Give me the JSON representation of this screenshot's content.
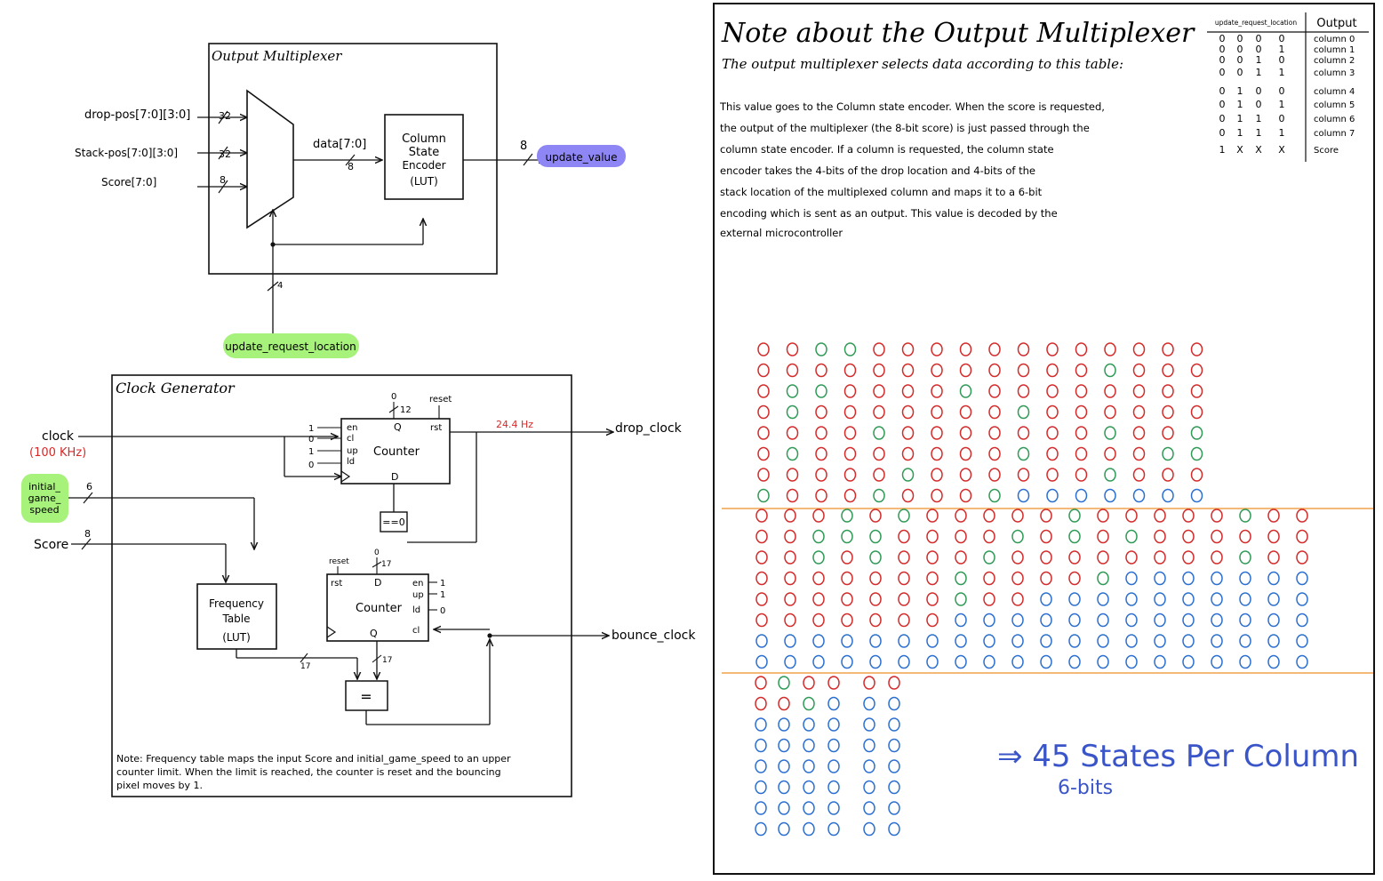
{
  "mux": {
    "title": "Output Multiplexer",
    "inputs": [
      {
        "label": "drop-pos[7:0][3:0]",
        "width": "32"
      },
      {
        "label": "Stack-pos[7:0][3:0]",
        "width": "32"
      },
      {
        "label": "Score[7:0]",
        "width": "8"
      }
    ],
    "data_label": "data[7:0]",
    "data_width": "8",
    "encoder_lines": [
      "Column",
      "State",
      "Encoder",
      "(LUT)"
    ],
    "out_width": "8",
    "out_label": "update_value",
    "sel_width": "4",
    "sel_label": "update_request_location",
    "out_color": "#8f86f5",
    "sel_color": "#a6f27a"
  },
  "clock": {
    "title": "Clock Generator",
    "clock_label": "clock",
    "clock_freq": "(100 KHz)",
    "igs_lines": [
      "initial_",
      "game_",
      "speed"
    ],
    "igs_width": "6",
    "score_label": "Score",
    "score_width": "8",
    "counter1": {
      "label": "Counter",
      "pins": [
        "en",
        "cl",
        "up",
        "ld"
      ],
      "pin_values": [
        "1",
        "0",
        "1",
        "0"
      ],
      "q": "Q",
      "rst": "rst",
      "d": "D",
      "top_value": "0",
      "top_width": "12",
      "reset": "reset"
    },
    "freq_out": "24.4 Hz",
    "drop_clock": "drop_clock",
    "eq0": "==0",
    "freq_table_lines": [
      "Frequency",
      "Table",
      "(LUT)"
    ],
    "ft_width": "17",
    "counter2": {
      "label": "Counter",
      "reset": "reset",
      "rst": "rst",
      "d": "D",
      "d_value": "0",
      "d_width": "17",
      "q": "Q",
      "q_width": "17",
      "pins": [
        "en",
        "up",
        "ld",
        "cl"
      ],
      "pin_values": [
        "1",
        "1",
        "0"
      ]
    },
    "eq": "=",
    "bounce_clock": "bounce_clock",
    "note_lines": [
      "Note: Frequency table maps the input Score and initial_game_speed to an upper",
      "counter limit. When the limit is reached, the counter is reset and the bouncing",
      "pixel moves by 1."
    ],
    "freq_color": "#d42a2a",
    "igs_color": "#a6f27a"
  },
  "note_panel": {
    "title": "Note about the Output Multiplexer",
    "subtitle": "The output multiplexer selects data according to this table:",
    "body_lines": [
      "This value goes to the Column state encoder. When the score is requested,",
      "the output of the multiplexer (the 8-bit score) is just passed through the",
      "column state encoder. If a column is requested, the column state",
      "encoder takes the 4-bits of the drop location and 4-bits of the",
      "stack location of the multiplexed column and maps it to a 6-bit",
      "encoding which is sent as an output. This value is decoded by the",
      "external microcontroller"
    ],
    "table": {
      "headers": [
        "update_request_location",
        "Output"
      ],
      "rows": [
        {
          "bits": [
            "0",
            "0",
            "0",
            "0"
          ],
          "output": "column 0"
        },
        {
          "bits": [
            "0",
            "0",
            "0",
            "1"
          ],
          "output": "column 1"
        },
        {
          "bits": [
            "0",
            "0",
            "1",
            "0"
          ],
          "output": "column 2"
        },
        {
          "bits": [
            "0",
            "0",
            "1",
            "1"
          ],
          "output": "column 3"
        },
        {
          "bits": [
            "0",
            "1",
            "0",
            "0"
          ],
          "output": "column 4"
        },
        {
          "bits": [
            "0",
            "1",
            "0",
            "1"
          ],
          "output": "column 5"
        },
        {
          "bits": [
            "0",
            "1",
            "1",
            "0"
          ],
          "output": "column 6"
        },
        {
          "bits": [
            "0",
            "1",
            "1",
            "1"
          ],
          "output": "column 7"
        },
        {
          "bits": [
            "1",
            "X",
            "X",
            "X"
          ],
          "output": "Score"
        }
      ]
    },
    "states_label": "⇒ 45 States Per Column",
    "bits_label": "6-bits",
    "colors": {
      "red": "#d42a2a",
      "green": "#2f9a55",
      "blue": "#2b6fd0",
      "orange": "#f0a04a",
      "ink": "#3a55c8"
    }
  }
}
